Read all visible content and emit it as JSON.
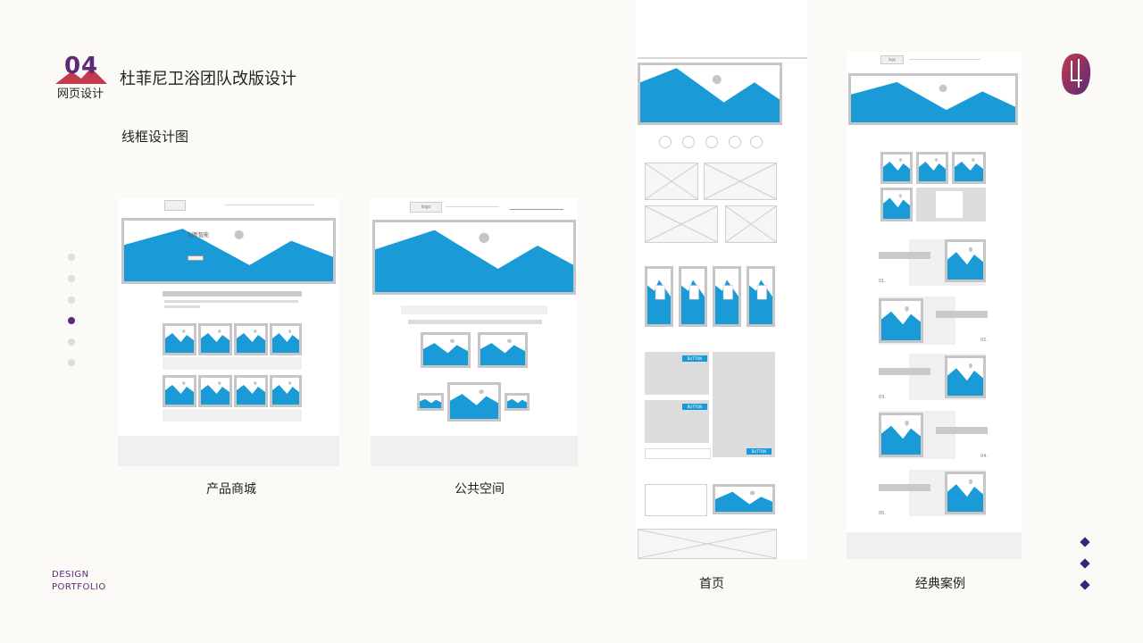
{
  "header": {
    "section_number": "04",
    "section_label": "网页设计",
    "title": "杜菲尼卫浴团队改版设计",
    "subtitle": "线框设计图"
  },
  "brand": {
    "footer_line1": "DESIGN",
    "footer_line2": "PORTFOLIO",
    "logo_letter": "L"
  },
  "colors": {
    "accent_purple": "#5b2a7a",
    "accent_red": "#c23a4b",
    "wire_blue": "#1a9bd7",
    "wire_gray": "#c6c6c6",
    "background": "#fbfaf7"
  },
  "captions": {
    "products": "产品商城",
    "public": "公共空间",
    "home": "首页",
    "cases": "经典案例"
  },
  "wireframe_text": {
    "banner_title": "创新智能",
    "logo": "logo",
    "button": "BUTTON",
    "case_numbers": [
      "01.",
      "02.",
      "03.",
      "04.",
      "05."
    ]
  },
  "side_nav": {
    "dots": 6,
    "active_index": 3
  },
  "right_nav": {
    "diamonds": 3
  }
}
